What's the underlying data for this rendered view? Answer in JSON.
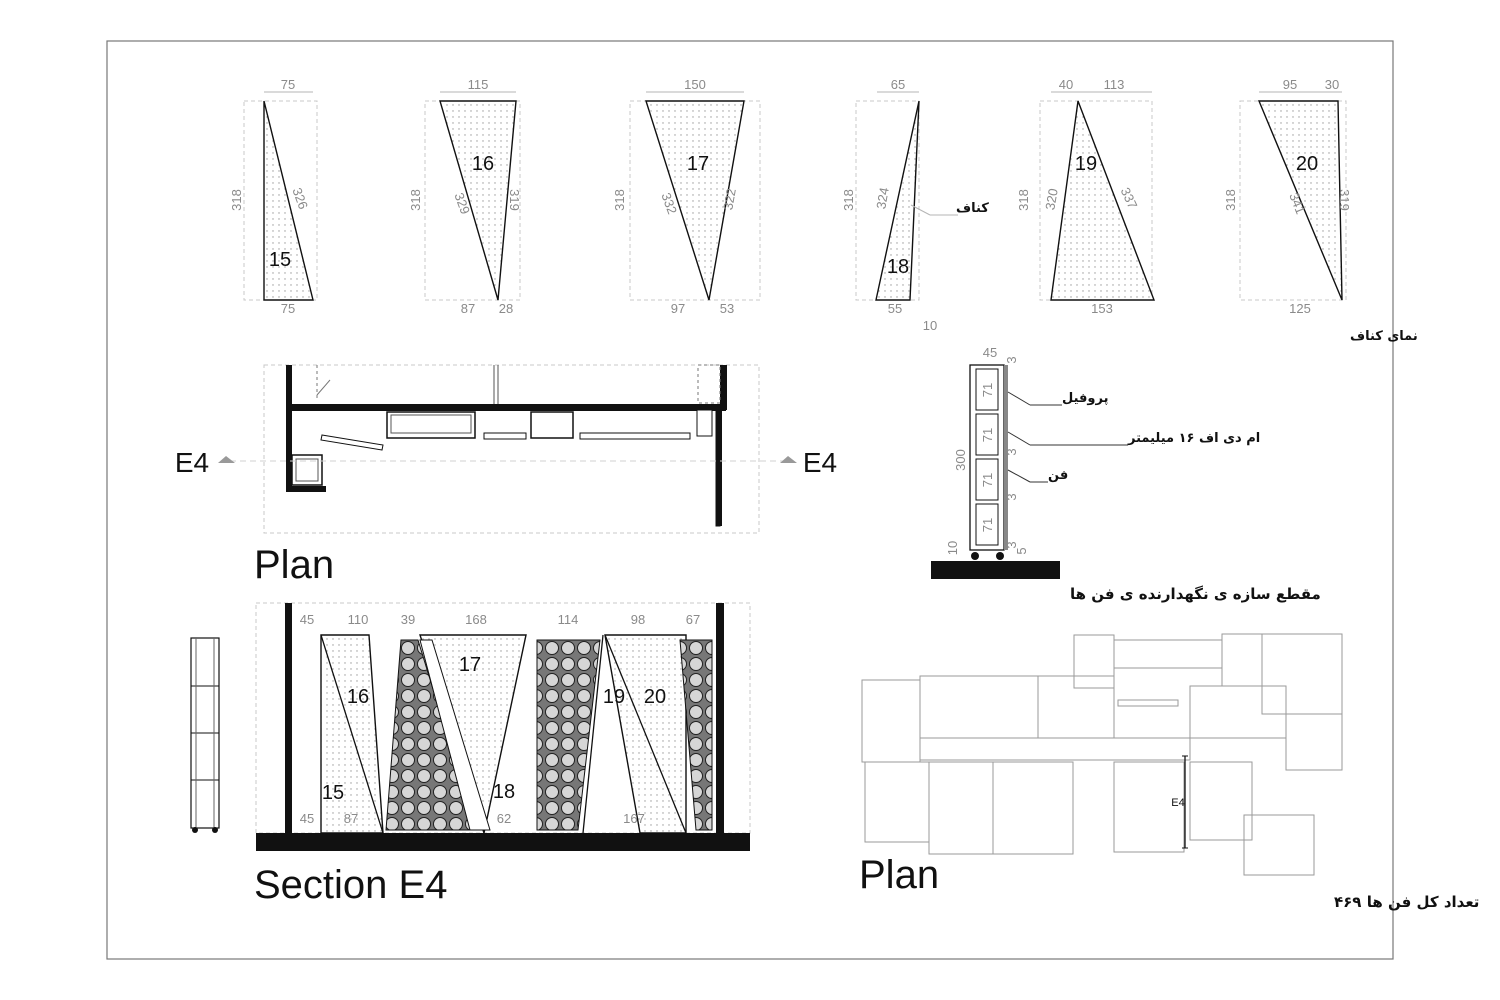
{
  "elevation_panels": [
    {
      "id": "15",
      "top": "75",
      "left": "318",
      "diag": "326",
      "bottom": [
        "75"
      ]
    },
    {
      "id": "16",
      "top": "115",
      "left": "318",
      "diag": "329",
      "right": "319",
      "bottom": [
        "87",
        "28"
      ]
    },
    {
      "id": "17",
      "top": "150",
      "left": "318",
      "diag": "332",
      "right": "322",
      "bottom": [
        "97",
        "53"
      ]
    },
    {
      "id": "18",
      "top": "65",
      "left": "318",
      "diag": "324",
      "bottom": [
        "55",
        "10"
      ],
      "note": "کناف"
    },
    {
      "id": "19",
      "top": [
        "40",
        "113"
      ],
      "left": "318",
      "diag": "320",
      "right": "337",
      "bottom": [
        "153"
      ]
    },
    {
      "id": "20",
      "top": [
        "95",
        "30"
      ],
      "left": "318",
      "diag": "341",
      "right": "319",
      "bottom": [
        "125"
      ]
    }
  ],
  "elevation_caption": "نمای کناف",
  "plan_top": {
    "title": "Plan",
    "marker_left": "E4",
    "marker_right": "E4"
  },
  "section": {
    "title": "Section E4",
    "top_dims": [
      "45",
      "110",
      "39",
      "168",
      "114",
      "98",
      "67"
    ],
    "bottom_dims": [
      "45",
      "87",
      "62",
      "167"
    ],
    "labels": [
      "15",
      "16",
      "17",
      "18",
      "19",
      "20"
    ]
  },
  "detail": {
    "caption": "مقطع سازه ی نگهدارنده ی فن ها",
    "width": "45",
    "height": "300",
    "base": "10",
    "cells": [
      "71",
      "71",
      "71",
      "71"
    ],
    "gaps": [
      "3",
      "3",
      "3",
      "3",
      "5"
    ],
    "labels": [
      "پروفیل",
      "ام دی اف ۱۶ میلیمتر",
      "فن"
    ]
  },
  "plan_bottom": {
    "title": "Plan",
    "marker": "E4",
    "caption": "تعداد کل فن ها ۴۶۹"
  }
}
